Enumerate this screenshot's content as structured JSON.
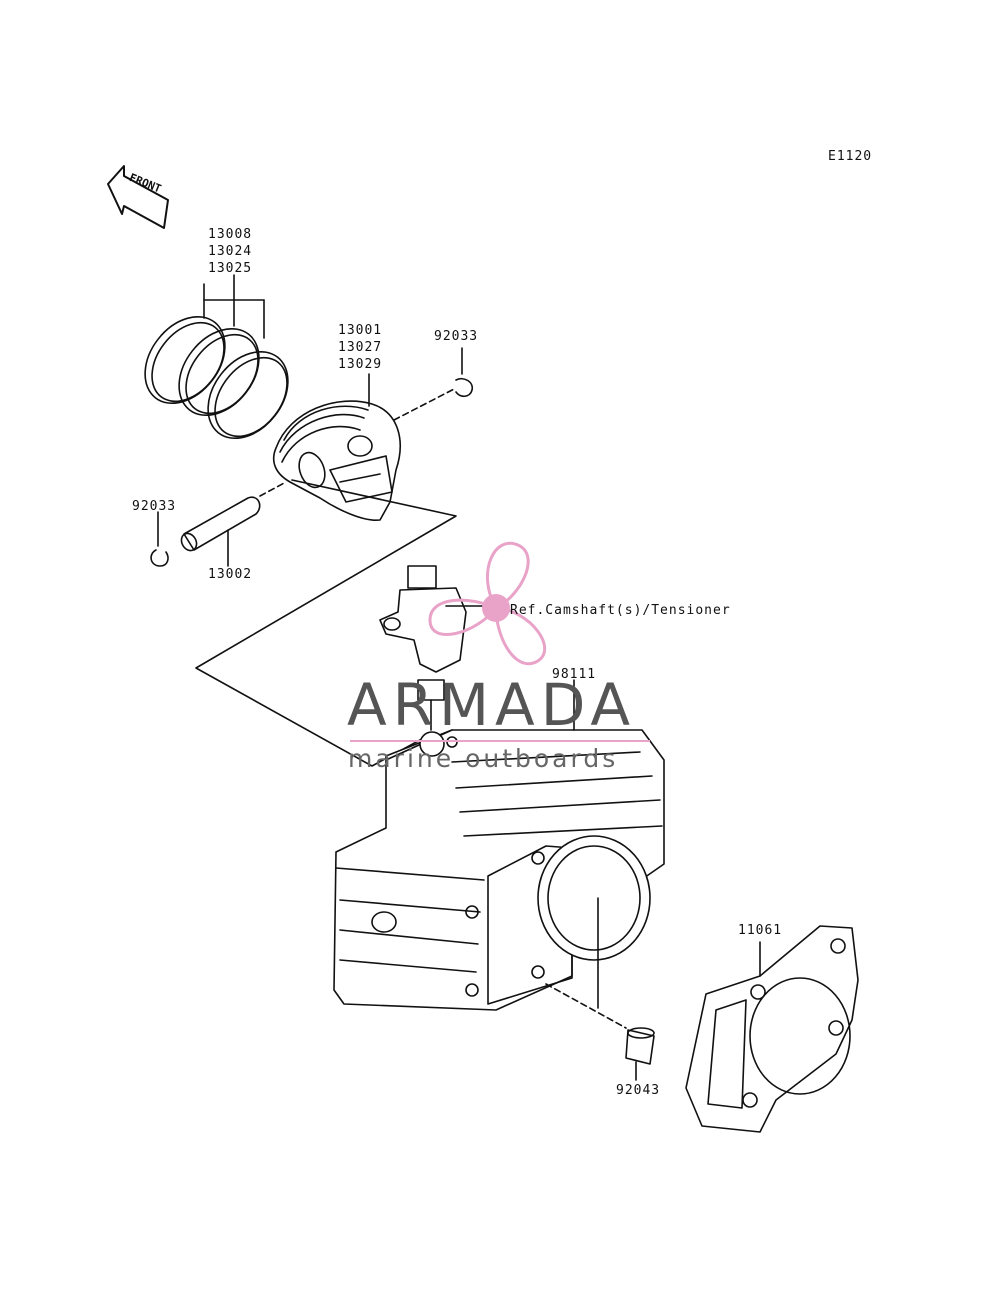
{
  "diagram_code": "E1120",
  "front_label": "FRONT",
  "part_labels": {
    "rings": [
      "13008",
      "13024",
      "13025"
    ],
    "piston": [
      "13001",
      "13027",
      "13029"
    ],
    "clip_right": "92033",
    "clip_left": "92033",
    "pin": "13002",
    "reference": "Ref.Camshaft(s)/Tensioner",
    "cylinder": "98111",
    "gasket": "11061",
    "dowel": "92043"
  },
  "watermark": {
    "brand": "ARMADA",
    "tagline": "marine outboards",
    "accent_color": "#e9a3c9",
    "icon": "propeller-logo-icon"
  },
  "colors": {
    "line": "#111111",
    "background": "#ffffff"
  }
}
